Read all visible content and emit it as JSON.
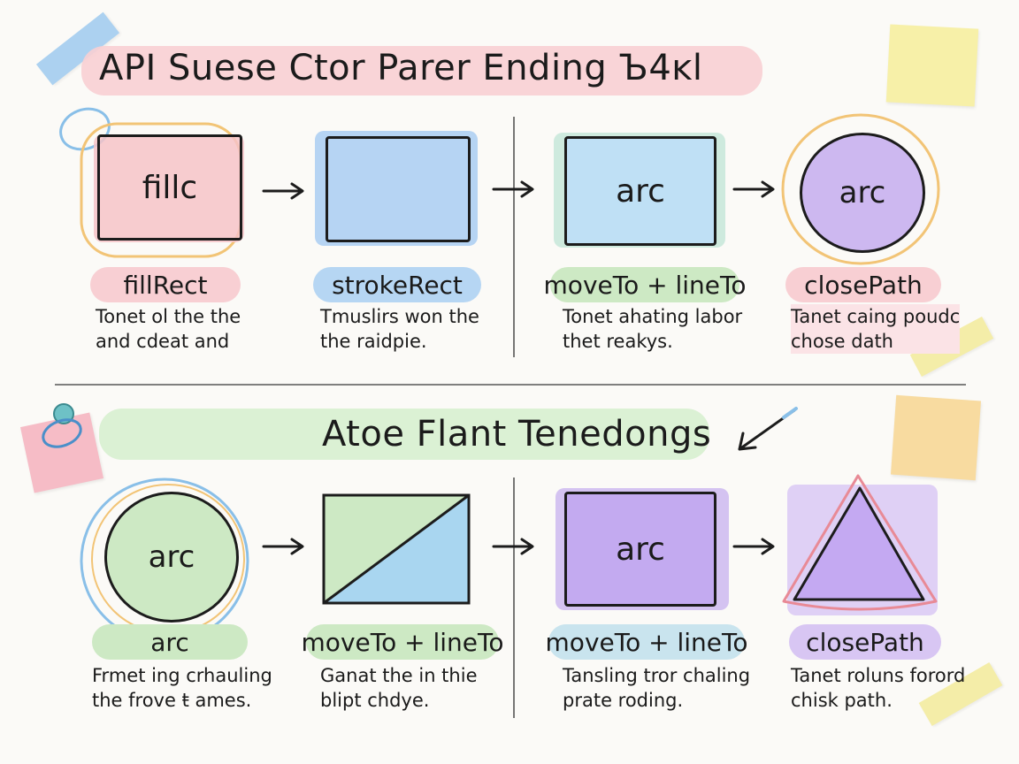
{
  "title_top": "API Suese Ctor Parer Ending Ъ4ᴋl",
  "title_bottom": "Atoe Flant Tenedongs",
  "colors": {
    "pink": "#f6c3c8",
    "blue": "#a9cdf2",
    "green": "#cde9c4",
    "purple": "#cdb8f0",
    "yellow": "#f7f0a8",
    "ink": "#1c1c1c"
  },
  "row1": [
    {
      "shape_text": "fillc",
      "label": "fillRect",
      "desc_line1": "Tonet ol the the",
      "desc_line2": "and cdeat and"
    },
    {
      "shape_text": "",
      "label": "strokeRect",
      "desc_line1": "Tmuslirs won the",
      "desc_line2": "the raidpie."
    },
    {
      "shape_text": "arc",
      "label": "moveTo + lineTo",
      "desc_line1": "Tonet ahating labor",
      "desc_line2": "thet reakys."
    },
    {
      "shape_text": "arc",
      "label": "closePath",
      "desc_line1": "Tanet caing poudc",
      "desc_line2": "chose dath"
    }
  ],
  "row2": [
    {
      "shape_text": "arc",
      "label": "arc",
      "desc_line1": "Frmet ing crhauling",
      "desc_line2": "the frove ŧ ames."
    },
    {
      "shape_text": "",
      "label": "moveTo + lineTo",
      "desc_line1": "Ganat the in thie",
      "desc_line2": "blipt chdye."
    },
    {
      "shape_text": "arc",
      "label": "moveTo + lineTo",
      "desc_line1": "Tansling tror chaling",
      "desc_line2": "prate roding."
    },
    {
      "shape_text": "",
      "label": "closePath",
      "desc_line1": "Tanet roluns forord",
      "desc_line2": "chisk path."
    }
  ],
  "icons": [
    "arrow-right-icon",
    "arrow-down-left-icon",
    "pin-icon",
    "tape-icon"
  ]
}
